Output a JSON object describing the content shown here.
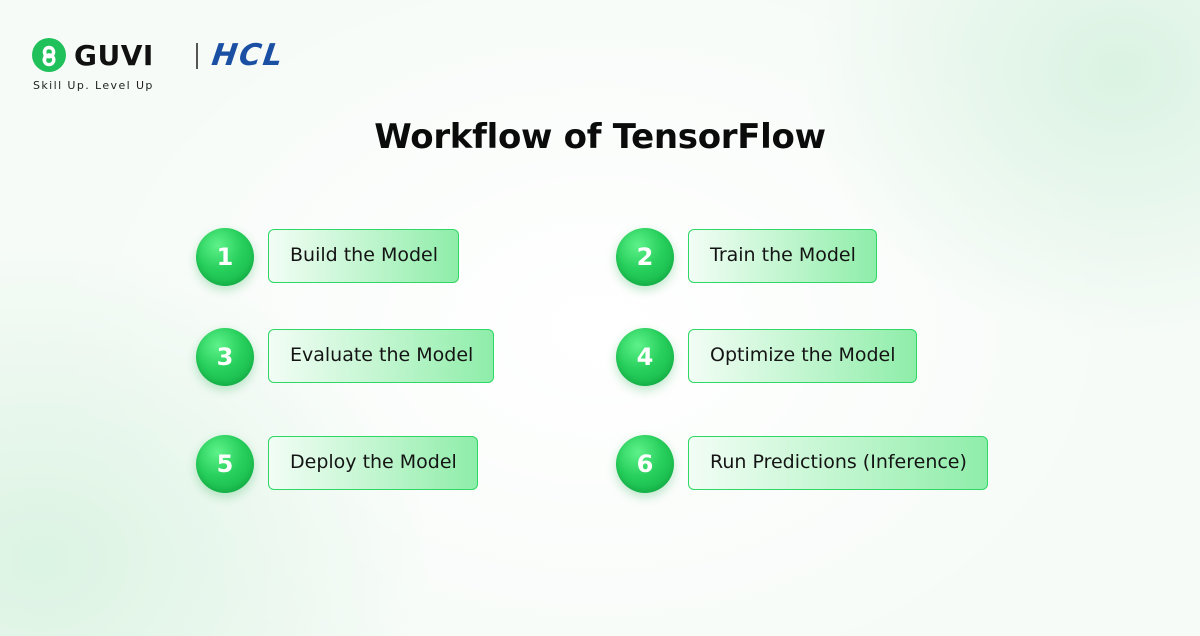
{
  "brand": {
    "name": "GUVI",
    "partner": "HCL",
    "tagline": "Skill Up. Level Up",
    "colors": {
      "guvi_green": "#20c05a",
      "hcl_blue": "#1a4fa3"
    },
    "icons": [
      "guvi-logo-icon"
    ]
  },
  "title": "Workflow of TensorFlow",
  "steps": [
    {
      "number": "1",
      "label": "Build the Model"
    },
    {
      "number": "2",
      "label": "Train the Model"
    },
    {
      "number": "3",
      "label": "Evaluate the Model"
    },
    {
      "number": "4",
      "label": "Optimize the Model"
    },
    {
      "number": "5",
      "label": "Deploy the Model"
    },
    {
      "number": "6",
      "label": "Run Predictions (Inference)"
    }
  ],
  "colors": {
    "accent": "#22c55e",
    "label_border": "#2fd765"
  }
}
